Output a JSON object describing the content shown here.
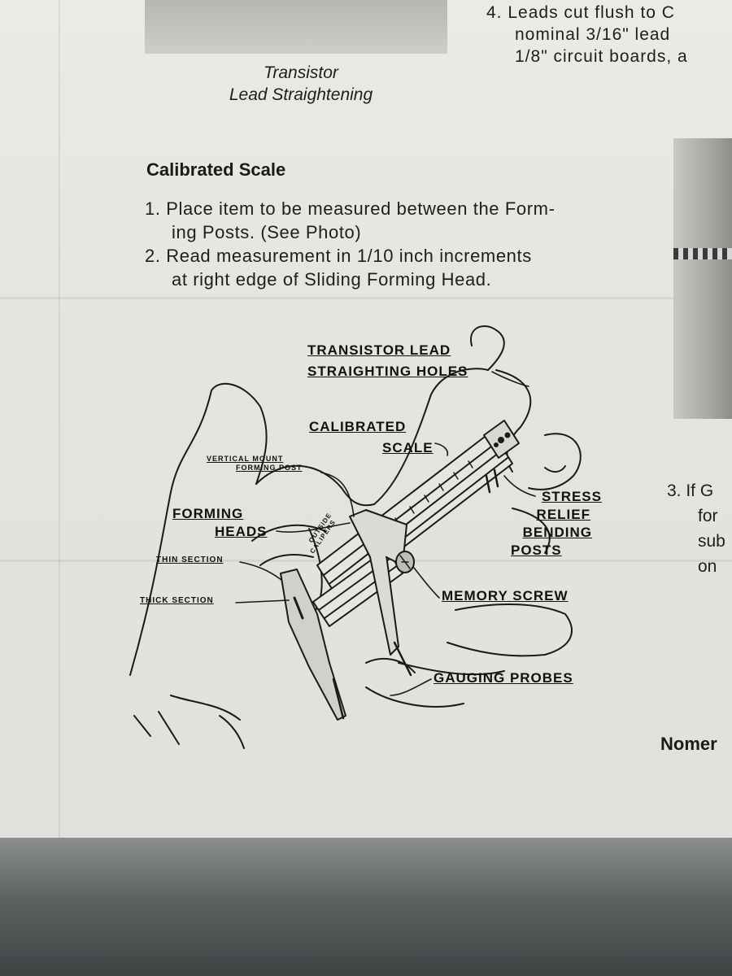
{
  "top_caption": {
    "line1": "Transistor",
    "line2": "Lead Straightening"
  },
  "step4": {
    "line1": "4. Leads cut flush to C",
    "line2": "nominal 3/16\" lead",
    "line3": "1/8\" circuit boards, a"
  },
  "calibrated_scale": {
    "heading": "Calibrated Scale",
    "item1_line1": "1. Place item to be measured between the Form-",
    "item1_line2": "ing Posts. (See Photo)",
    "item2_line1": "2. Read measurement in 1/10 inch increments",
    "item2_line2": "at right edge of Sliding Forming Head."
  },
  "diagram_labels": {
    "transistor_line1": "TRANSISTOR LEAD",
    "transistor_line2": "STRAIGHTING HOLES",
    "calibrated_line1": "CALIBRATED",
    "calibrated_line2": "SCALE",
    "vertical_line1": "VERTICAL MOUNT",
    "vertical_line2": "FORMING POST",
    "forming_line1": "FORMING",
    "forming_line2": "HEADS",
    "thin_section": "THIN SECTION",
    "thick_section": "THICK SECTION",
    "outside_line1": "OUTSIDE",
    "outside_line2": "CALIPERS",
    "stress_line1": "STRESS",
    "stress_line2": "RELIEF",
    "stress_line3": "BENDING",
    "stress_line4": "POSTS",
    "memory_screw": "MEMORY SCREW",
    "gauging_probes": "GAUGING PROBES"
  },
  "step3": {
    "line1": "3. If G",
    "line2": "for",
    "line3": "sub",
    "line4": "on"
  },
  "nomen": "Nomer"
}
